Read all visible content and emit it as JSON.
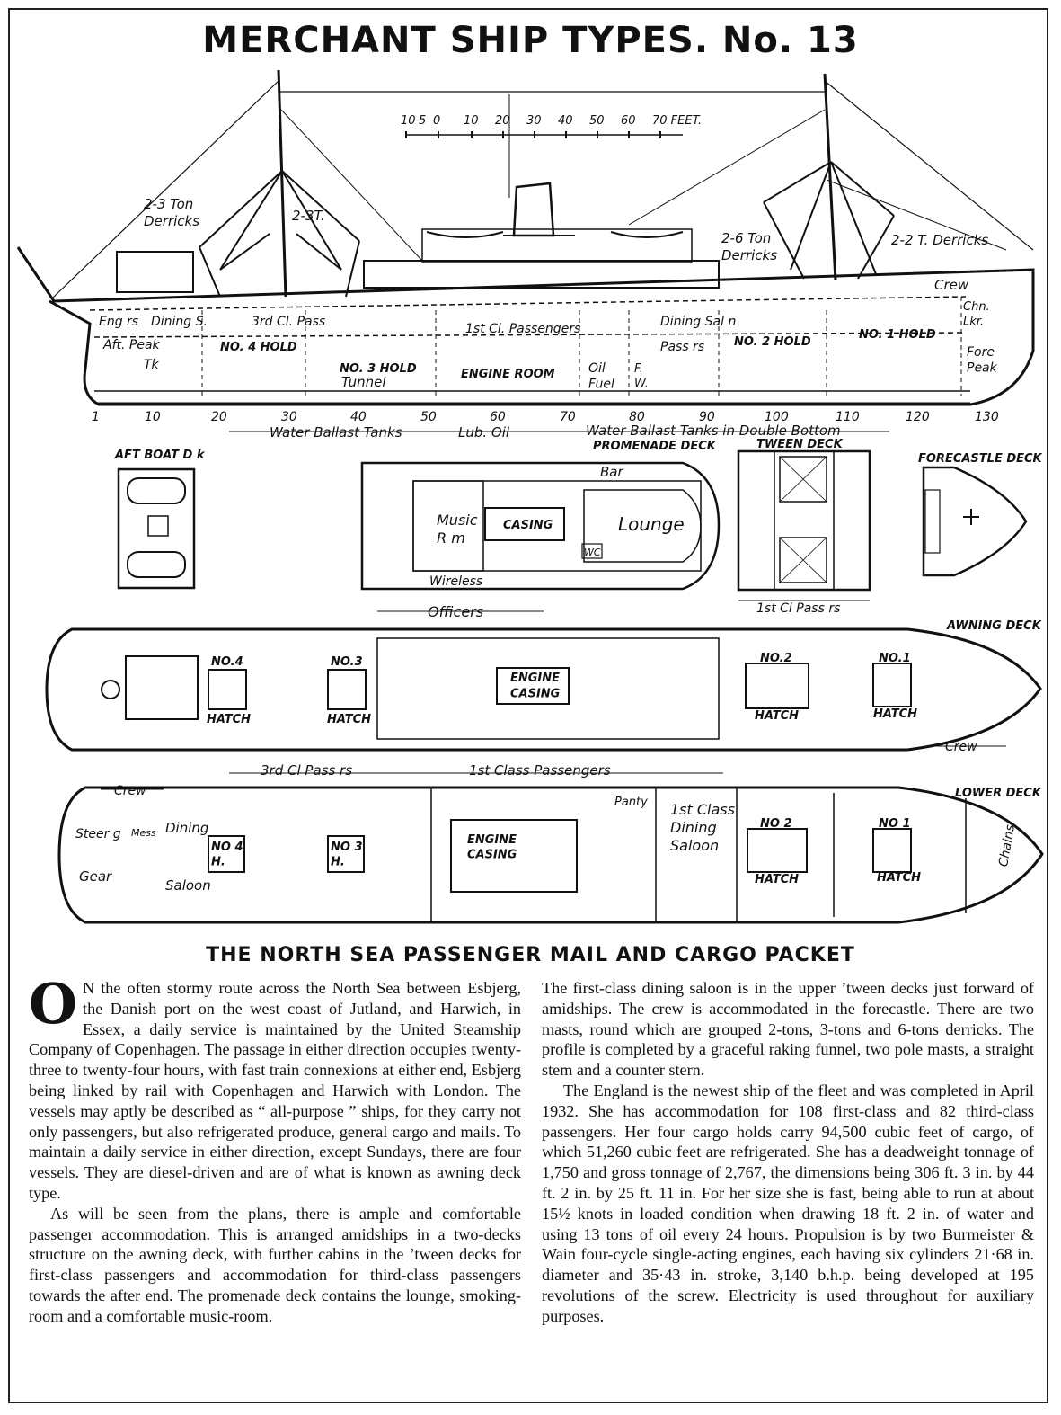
{
  "header": {
    "title": "MERCHANT SHIP TYPES.  No. 13"
  },
  "scale": {
    "ticks": [
      "10",
      "5",
      "0",
      "10",
      "20",
      "30",
      "40",
      "50",
      "60",
      "70 FEET."
    ]
  },
  "profile": {
    "labels": {
      "derricks_aft": "2-3 Ton\nDerricks",
      "derrick_3t": "2-3T.",
      "derricks_6t": "2-6 Ton\nDerricks",
      "derricks_2t": "2-2 T. Derricks",
      "crew": "Crew",
      "chn_lkr": "Chn.\nLkr.",
      "fore_peak": "Fore\nPeak",
      "engrs": "Eng rs",
      "dining_s": "Dining S.",
      "third_cl_pass": "3rd Cl. Pass",
      "first_cl_passengers": "1st Cl. Passengers",
      "dining_saln": "Dining Sal n",
      "passrs": "Pass rs",
      "aft_peak": "Aft. Peak",
      "tk": "Tk",
      "no4_hold": "NO. 4 HOLD",
      "no3_hold": "NO. 3 HOLD",
      "tunnel": "Tunnel",
      "engine_room": "ENGINE ROOM",
      "oil_fuel": "Oil\nFuel",
      "fw": "F.\nW.",
      "no2_hold": "NO. 2 HOLD",
      "no1_hold": "NO. 1 HOLD"
    },
    "frames": [
      "1",
      "10",
      "20",
      "30",
      "40",
      "50",
      "60",
      "70",
      "80",
      "90",
      "100",
      "110",
      "120",
      "130"
    ],
    "tanks": {
      "water_ballast": "Water Ballast Tanks",
      "lub_oil": "Lub. Oil",
      "double_bottom": "Water Ballast Tanks in Double Bottom"
    }
  },
  "decks": {
    "aft_boat": "AFT BOAT D k",
    "promenade": "PROMENADE DECK",
    "tween": "TWEEN DECK",
    "forecastle": "FORECASTLE DECK",
    "awning": "AWNING DECK",
    "lower": "LOWER DECK"
  },
  "promenade_labels": {
    "bar": "Bar",
    "music": "Music\nR m",
    "casing": "CASING",
    "lounge": "Lounge",
    "wc": "WC",
    "wireless": "Wireless"
  },
  "tween_labels": {
    "first_cl_pass": "1st Cl Pass rs"
  },
  "awning_labels": {
    "officers": "Officers",
    "no4": "NO.4",
    "hatch": "HATCH",
    "no3": "NO.3",
    "engine_casing": "ENGINE\nCASING",
    "no2": "NO.2",
    "no1": "NO.1",
    "crew": "Crew"
  },
  "lower_labels": {
    "third_cl_pass": "3rd Cl Pass rs",
    "first_class_passengers": "1st Class Passengers",
    "crew": "Crew",
    "steerg": "Steer g",
    "mess": "Mess",
    "gear": "Gear",
    "dining": "Dining",
    "saloon": "Saloon",
    "no4_h": "NO 4\nH.",
    "no3_h": "NO 3\nH.",
    "engine_casing": "ENGINE\nCASING",
    "panty": "Panty",
    "first_class_dining_saloon": "1st Class\nDining\nSaloon",
    "no2": "NO 2",
    "hatch": "HATCH",
    "no1": "NO 1",
    "chains": "Chains"
  },
  "section_title": "THE NORTH SEA PASSENGER MAIL AND CARGO PACKET",
  "article": {
    "dropcap": "O",
    "left_paragraphs": [
      "N the often stormy route across the North Sea between Esbjerg, the Danish port on the west coast of Jutland, and Harwich, in Essex, a daily service is maintained by the United Steamship Company of Copenhagen. The passage in either direction occupies twenty-three to twenty-four hours, with fast train connexions at either end, Esbjerg being linked by rail with Copenhagen and Harwich with London. The vessels may aptly be described as “ all-purpose ” ships, for they carry not only passengers, but also refrigerated produce, general cargo and mails. To maintain a daily service in either direction, except Sundays, there are four vessels. They are diesel-driven and are of what is known as awning deck type.",
      "As will be seen from the plans, there is ample and comfortable passenger accommodation. This is arranged amidships in a two-decks structure on the awning deck, with further cabins in the ’tween decks for first-class passengers and accommodation for third-class passengers towards the after end. The promenade deck contains the lounge, smoking-room and a comfortable music-room."
    ],
    "right_paragraphs": [
      "The first-class dining saloon is in the upper ’tween decks just forward of amidships. The crew is accommodated in the forecastle. There are two masts, round which are grouped 2-tons, 3-tons and 6-tons derricks. The profile is completed by a graceful raking funnel, two pole masts, a straight stem and a counter stern.",
      "The England is the newest ship of the fleet and was completed in April 1932. She has accommodation for 108 first-class and 82 third-class passengers. Her four cargo holds carry 94,500 cubic feet of cargo, of which 51,260 cubic feet are refrigerated. She has a deadweight tonnage of 1,750 and gross tonnage of 2,767, the dimensions being 306 ft. 3 in. by 44 ft. 2 in. by 25 ft. 11 in. For her size she is fast, being able to run at about 15½ knots in loaded condition when drawing 18 ft. 2 in. of water and using 13 tons of oil every 24 hours. Propulsion is by two Burmeister & Wain four-cycle single-acting engines, each having six cylinders 21·68 in. diameter and 35·43 in. stroke, 3,140 b.h.p. being developed at 195 revolutions of the screw. Electricity is used throughout for auxiliary purposes."
    ]
  }
}
